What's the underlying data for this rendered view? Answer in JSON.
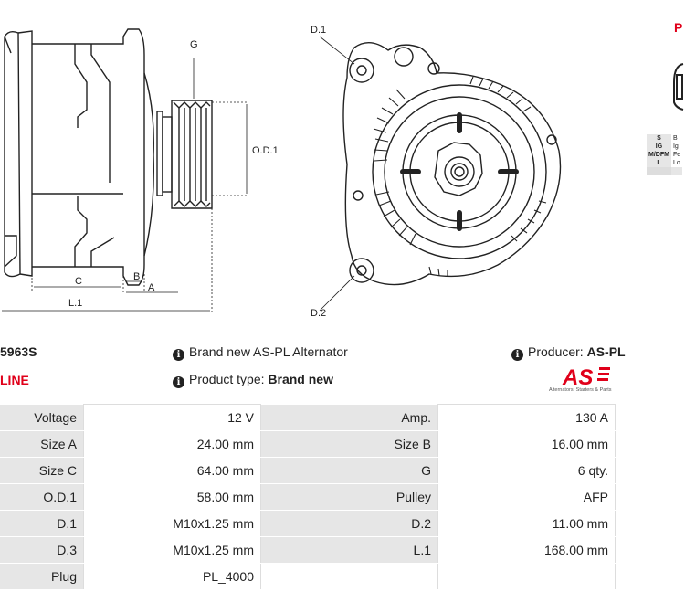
{
  "drawing": {
    "labels": {
      "g": "G",
      "od1": "O.D.1",
      "b": "B",
      "a": "A",
      "c": "C",
      "l1": "L.1",
      "d1": "D.1",
      "d2": "D.2"
    }
  },
  "header": {
    "code": "5963S",
    "line": "LINE",
    "brand_text": "Brand new AS-PL Alternator",
    "product_type_label": "Product type:",
    "product_type_value": "Brand new",
    "producer_label": "Producer:",
    "producer_value": "AS-PL",
    "logo_text": "AS",
    "logo_caption": "Alternators, Starters & Parts"
  },
  "pinout": {
    "title": "P",
    "rows": [
      {
        "key": "S",
        "desc": "B"
      },
      {
        "key": "IG",
        "desc": "Ig"
      },
      {
        "key": "M/DFM",
        "desc": "Fe"
      },
      {
        "key": "L",
        "desc": "Lo"
      }
    ]
  },
  "specs": [
    {
      "l1": "Voltage",
      "v1": "12 V",
      "l2": "Amp.",
      "v2": "130 A"
    },
    {
      "l1": "Size A",
      "v1": "24.00 mm",
      "l2": "Size B",
      "v2": "16.00 mm"
    },
    {
      "l1": "Size C",
      "v1": "64.00 mm",
      "l2": "G",
      "v2": "6 qty."
    },
    {
      "l1": "O.D.1",
      "v1": "58.00 mm",
      "l2": "Pulley",
      "v2": "AFP"
    },
    {
      "l1": "D.1",
      "v1": "M10x1.25 mm",
      "l2": "D.2",
      "v2": "11.00 mm"
    },
    {
      "l1": "D.3",
      "v1": "M10x1.25 mm",
      "l2": "L.1",
      "v2": "168.00 mm"
    },
    {
      "l1": "Plug",
      "v1": "PL_4000",
      "l2": "",
      "v2": ""
    }
  ],
  "colors": {
    "accent": "#e0001a",
    "label_bg": "#e6e6e6"
  }
}
